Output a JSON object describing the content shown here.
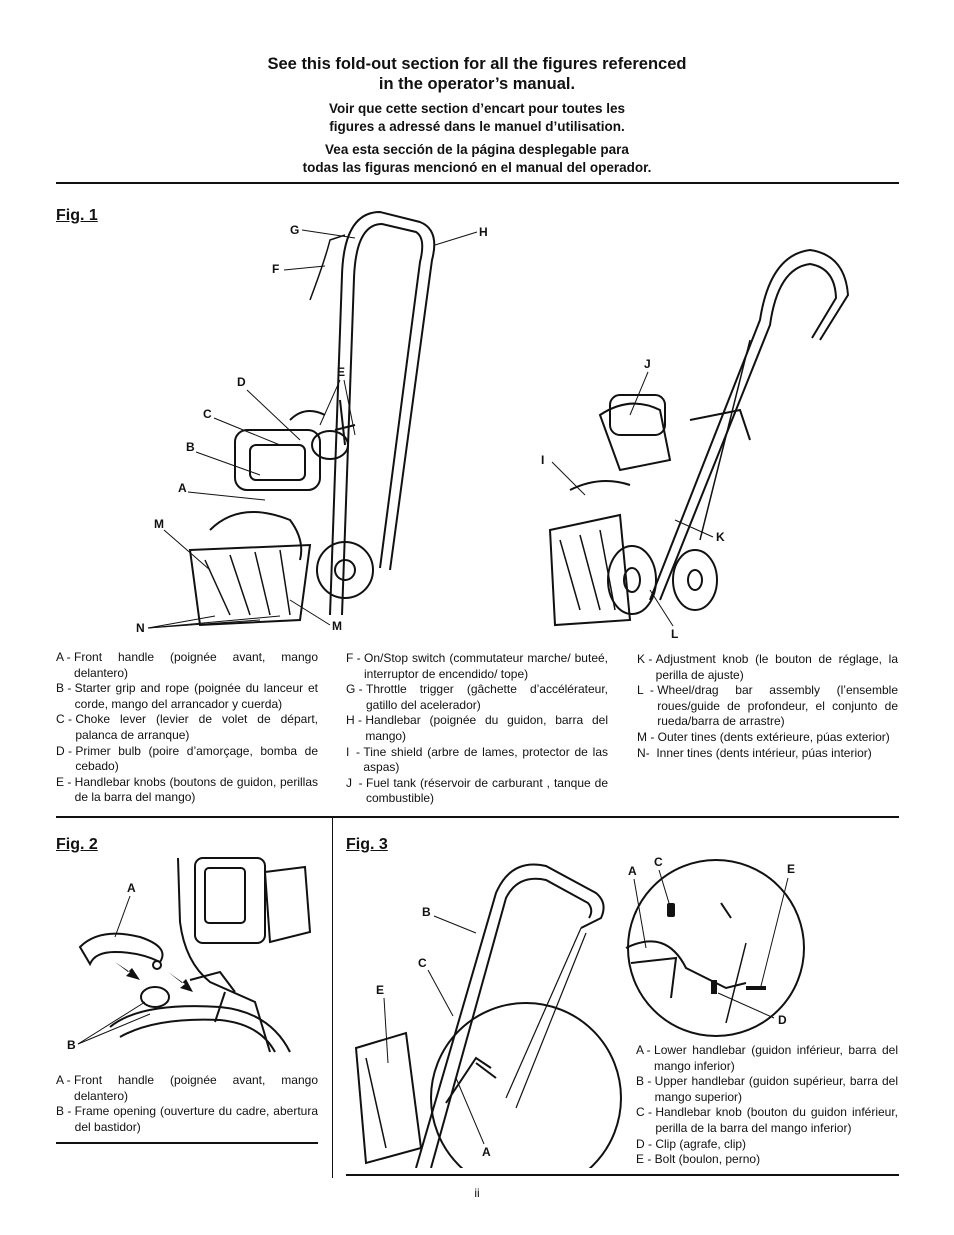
{
  "header": {
    "english_line1": "See this fold-out section for all the figures referenced",
    "english_line2": "in the operator’s manual.",
    "french_line1": "Voir que cette section d’encart pour toutes les",
    "french_line2": "figures a adressé dans le manuel d’utilisation.",
    "spanish_line1": "Vea esta sección de la página desplegable para",
    "spanish_line2": "todas las figuras mencionó en el manual del operador."
  },
  "fig1": {
    "title": "Fig. 1",
    "callouts": [
      "G",
      "H",
      "F",
      "D",
      "E",
      "C",
      "B",
      "A",
      "M",
      "N",
      "M",
      "J",
      "I",
      "K",
      "L"
    ],
    "legend_col1": [
      {
        "key": "A - ",
        "text": "Front handle (poignée avant, mango delantero)"
      },
      {
        "key": "B - ",
        "text": "Starter grip and rope (poignée du lanceur et corde, mango del arrancador y cuerda)"
      },
      {
        "key": "C - ",
        "text": "Choke lever (levier de volet de départ, palanca de arranque)"
      },
      {
        "key": "D - ",
        "text": "Primer bulb (poire d’amorçage, bomba de cebado)"
      },
      {
        "key": "E - ",
        "text": "Handlebar knobs (boutons de guidon, perillas de la barra del mango)"
      }
    ],
    "legend_col2": [
      {
        "key": "F - ",
        "text": "On/Stop switch (commutateur marche/ buteé, interruptor de encendido/ tope)"
      },
      {
        "key": "G - ",
        "text": "Throttle trigger (gâchette d’accélérateur, gatillo del acelerador)"
      },
      {
        "key": "H - ",
        "text": "Handlebar (poignée du guidon, barra del mango)"
      },
      {
        "key": "I  - ",
        "text": "Tine shield (arbre de lames, protector de las aspas)"
      },
      {
        "key": "J  - ",
        "text": "Fuel tank (réservoir de carburant , tanque de combustible)"
      }
    ],
    "legend_col3": [
      {
        "key": "K - ",
        "text": "Adjustment knob (le bouton de réglage, la perilla de ajuste)"
      },
      {
        "key": "L  - ",
        "text": "Wheel/drag bar assembly (l’ensemble roues/guide de profondeur, el conjunto de rueda/barra de arrastre)"
      },
      {
        "key": "M - ",
        "text": "Outer tines (dents extérieure, púas exterior)"
      },
      {
        "key": "N-  ",
        "text": "Inner tines (dents intérieur, púas interior)"
      }
    ]
  },
  "fig2": {
    "title": "Fig. 2",
    "callouts": [
      "A",
      "B"
    ],
    "legend": [
      {
        "key": "A - ",
        "text": "Front handle (poignée avant, mango delantero)"
      },
      {
        "key": "B - ",
        "text": "Frame opening (ouverture du cadre, abertura del bastidor)"
      }
    ]
  },
  "fig3": {
    "title": "Fig. 3",
    "callouts": [
      "B",
      "C",
      "E",
      "A",
      "A",
      "C",
      "E",
      "D"
    ],
    "legend": [
      {
        "key": "A - ",
        "text": "Lower handlebar (guidon inférieur, barra del mango inferior)"
      },
      {
        "key": "B - ",
        "text": "Upper handlebar (guidon supérieur, barra del mango superior)"
      },
      {
        "key": "C - ",
        "text": "Handlebar knob (bouton du guidon inférieur, perilla de la barra del mango inferior)"
      },
      {
        "key": "D - ",
        "text": "Clip (agrafe, clip)"
      },
      {
        "key": "E - ",
        "text": "Bolt (boulon, perno)"
      }
    ]
  },
  "footer": {
    "page_number": "ii"
  }
}
